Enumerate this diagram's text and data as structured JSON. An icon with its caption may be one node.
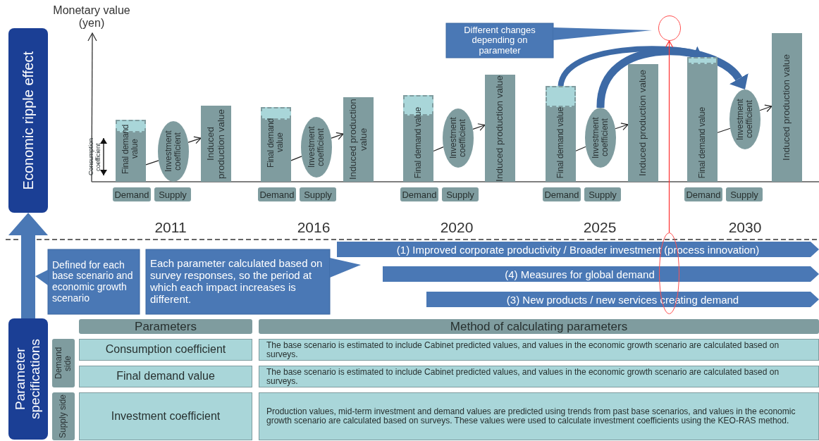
{
  "diagram": {
    "nodes": [
      {
        "text": [
          "Economic ripple effect"
        ]
      },
      {
        "text": [
          "Final demand value"
        ]
      },
      {
        "text": [
          "Investment coefficient"
        ]
      },
      {
        "text": [
          "Induced production value"
        ]
      },
      {
        "text": [
          "Demand"
        ]
      },
      {
        "text": [
          "Supply"
        ]
      },
      {
        "text": [
          "Final demand value"
        ]
      },
      {
        "text": [
          "Investment coefficient"
        ]
      },
      {
        "text": [
          "Induced production value"
        ]
      },
      {
        "text": [
          "Demand"
        ]
      },
      {
        "text": [
          "Supply"
        ]
      },
      {
        "text": [
          "Final demand value"
        ]
      },
      {
        "text": [
          "Investment coefficient"
        ]
      },
      {
        "text": [
          "Induced production value"
        ]
      },
      {
        "text": [
          "Demand"
        ]
      },
      {
        "text": [
          "Supply"
        ]
      },
      {
        "text": [
          "Final demand value"
        ]
      },
      {
        "text": [
          "Investment coefficient"
        ]
      },
      {
        "text": [
          "Induced production value"
        ]
      },
      {
        "text": [
          "Demand"
        ]
      },
      {
        "text": [
          "Supply"
        ]
      },
      {
        "text": [
          "Final demand value"
        ]
      },
      {
        "text": [
          "Investment coefficient"
        ]
      },
      {
        "text": [
          "Induced production value"
        ]
      },
      {
        "text": [
          "Demand"
        ]
      },
      {
        "text": [
          "Supply"
        ]
      },
      {
        "text": [
          "Different changes depending on parameter"
        ]
      },
      {
        "text": [],
        "shape": "circle"
      },
      {
        "text": [],
        "shape": "circle"
      },
      {
        "text": [
          "Parameter specifications"
        ]
      },
      {
        "text": [
          "Defined for each base scenario and economic growth scenario"
        ]
      },
      {
        "text": [
          "Each parameter calculated based on survey responses, so the period at which each impact increases is different."
        ]
      },
      {
        "text": [
          "(1) Improved corporate productivity / Broader investment (process innovation)"
        ]
      },
      {
        "text": [
          "(4) Measures for global demand"
        ]
      },
      {
        "text": [
          "(3) New products / new services creating demand"
        ]
      },
      {
        "text": [
          "Parameters"
        ]
      },
      {
        "text": [
          "Method of calculating parameters"
        ]
      },
      {
        "text": [
          "Demand side"
        ]
      },
      {
        "text": [
          "Consumption coefficient"
        ]
      },
      {
        "text": [
          "The base scenario is estimated to include Cabinet predicted values, and values in the economic growth scenario are calculated based on surveys."
        ]
      },
      {
        "text": [
          "Final demand value"
        ]
      },
      {
        "text": [
          "The base scenario is estimated to include Cabinet predicted values, and values in the economic growth scenario are calculated based on surveys."
        ]
      },
      {
        "text": [
          "Supply side"
        ]
      },
      {
        "text": [
          "Investment coefficient"
        ]
      },
      {
        "text": [
          "Production values, mid-term investment and demand values are predicted using trends from past base scenarios, and values in the economic growth scenario are calculated based on surveys. These values were used to calculate investment coefficients using the KEO-RAS method."
        ]
      }
    ],
    "edges": [
      {
        "from": 1,
        "to": 2,
        "arrow": "none"
      },
      {
        "from": 2,
        "to": 3,
        "arrow": "to"
      },
      {
        "from": 6,
        "to": 7,
        "arrow": "none"
      },
      {
        "from": 7,
        "to": 8,
        "arrow": "to"
      },
      {
        "from": 11,
        "to": 12,
        "arrow": "none"
      },
      {
        "from": 12,
        "to": 13,
        "arrow": "to"
      },
      {
        "from": 16,
        "to": 17,
        "arrow": "none"
      },
      {
        "from": 17,
        "to": 18,
        "arrow": "to"
      },
      {
        "from": 21,
        "to": 22,
        "arrow": "none"
      },
      {
        "from": 22,
        "to": 23,
        "arrow": "to"
      },
      {
        "from": 16,
        "to": 21,
        "arrow": "to",
        "style": "thick",
        "color": "#3d6aa6"
      },
      {
        "from": 17,
        "to": 22,
        "arrow": "to",
        "style": "thick",
        "color": "#3d6aa6"
      },
      {
        "from": 28,
        "to": 27,
        "arrow": "to",
        "color": "#ff3030"
      },
      {
        "from": 29,
        "to": 0,
        "arrow": "to",
        "style": "thick",
        "color": "#4a78b5"
      }
    ],
    "labels": [
      "Monetary value (yen)",
      "Consumption coefficient",
      "2011",
      "2016",
      "2020",
      "2025",
      "2030"
    ]
  }
}
